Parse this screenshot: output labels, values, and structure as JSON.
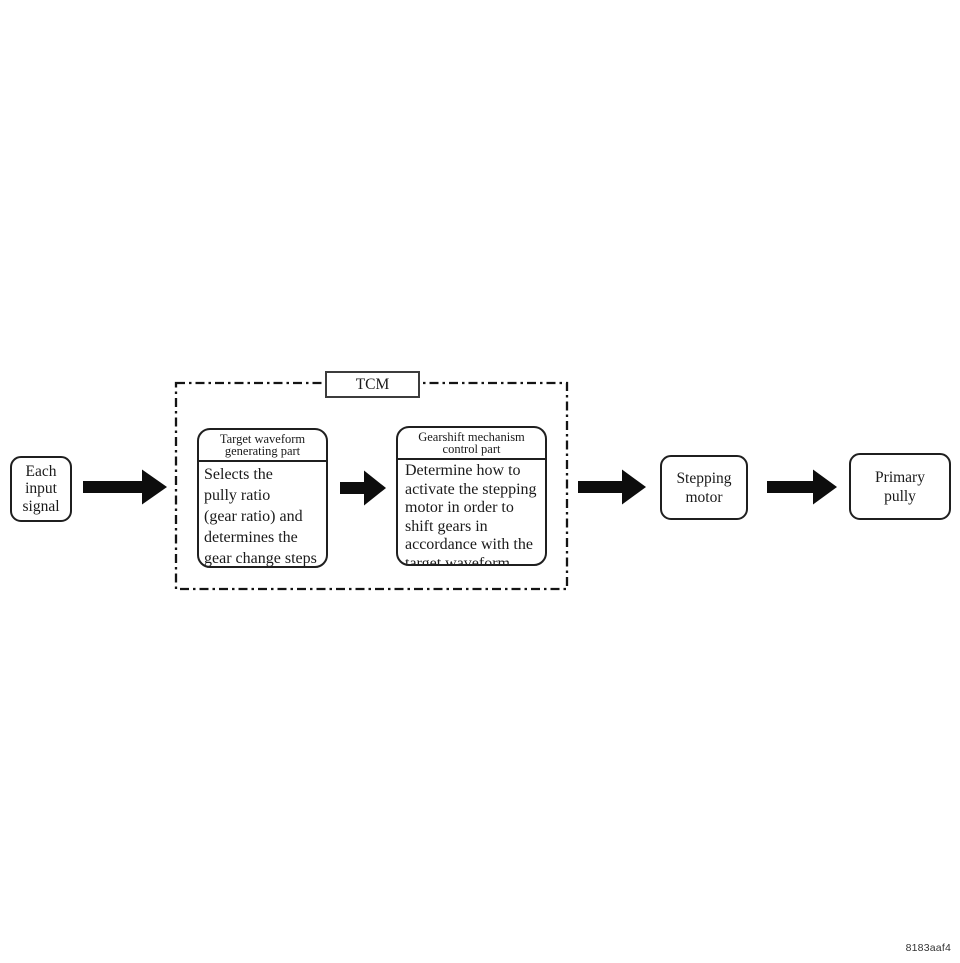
{
  "diagram": {
    "title_block": {
      "tcm_label": "TCM"
    },
    "nodes": {
      "each_input_signal": {
        "label": "Each\ninput\nsignal"
      },
      "target_waveform": {
        "header": "Target waveform\ngenerating part",
        "body": "Selects the\npully ratio\n(gear ratio) and\ndetermines the\ngear change steps"
      },
      "gearshift_mechanism": {
        "header": "Gearshift mechanism\ncontrol part",
        "body": "Determine how to\nactivate the stepping\nmotor in order to\nshift gears in\naccordance with the\ntarget waveform."
      },
      "stepping_motor": {
        "label": "Stepping\nmotor"
      },
      "primary_pully": {
        "label": "Primary\npully"
      }
    },
    "figure_code": "8183aaf4",
    "colors": {
      "ink": "#1a1a1a",
      "box_border": "#1f1f1f",
      "tcm_label_border": "#3c3c3c",
      "arrow_fill": "#0d0d0d",
      "background": "#ffffff"
    }
  }
}
